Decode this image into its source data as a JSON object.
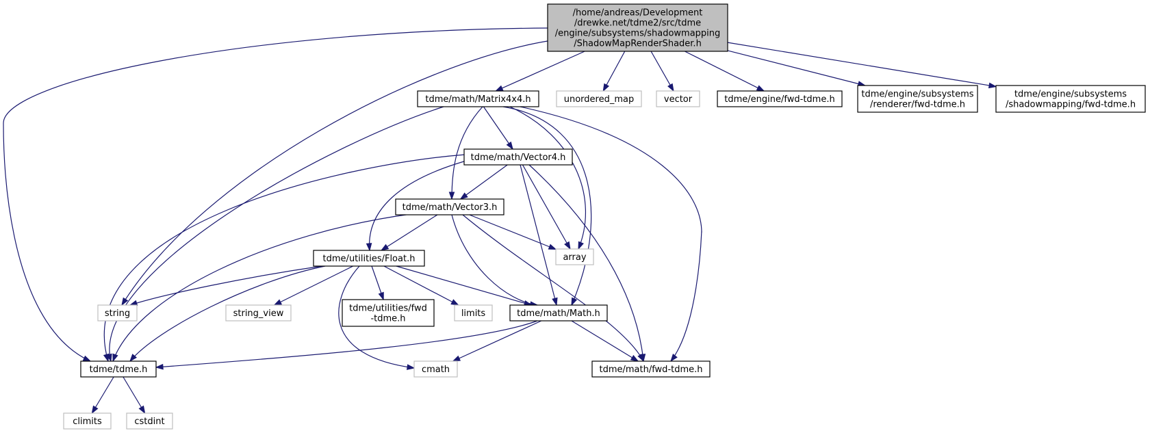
{
  "nodes": [
    {
      "id": "root",
      "lines": [
        "/home/andreas/Development",
        "/drewke.net/tdme2/src/tdme",
        "/engine/subsystems/shadowmapping",
        "/ShadowMapRenderShader.h"
      ],
      "kind": "root"
    },
    {
      "id": "matrix4x4",
      "lines": [
        "tdme/math/Matrix4x4.h"
      ],
      "kind": "file"
    },
    {
      "id": "unordered_map",
      "lines": [
        "unordered_map"
      ],
      "kind": "ext"
    },
    {
      "id": "vector",
      "lines": [
        "vector"
      ],
      "kind": "ext"
    },
    {
      "id": "engine_fwd",
      "lines": [
        "tdme/engine/fwd-tdme.h"
      ],
      "kind": "file"
    },
    {
      "id": "renderer_fwd",
      "lines": [
        "tdme/engine/subsystems",
        "/renderer/fwd-tdme.h"
      ],
      "kind": "file"
    },
    {
      "id": "shadow_fwd",
      "lines": [
        "tdme/engine/subsystems",
        "/shadowmapping/fwd-tdme.h"
      ],
      "kind": "file"
    },
    {
      "id": "vector4",
      "lines": [
        "tdme/math/Vector4.h"
      ],
      "kind": "file"
    },
    {
      "id": "vector3",
      "lines": [
        "tdme/math/Vector3.h"
      ],
      "kind": "file"
    },
    {
      "id": "array",
      "lines": [
        "array"
      ],
      "kind": "ext"
    },
    {
      "id": "float",
      "lines": [
        "tdme/utilities/Float.h"
      ],
      "kind": "file"
    },
    {
      "id": "string",
      "lines": [
        "string"
      ],
      "kind": "ext"
    },
    {
      "id": "string_view",
      "lines": [
        "string_view"
      ],
      "kind": "ext"
    },
    {
      "id": "utilities_fwd",
      "lines": [
        "tdme/utilities/fwd",
        "-tdme.h"
      ],
      "kind": "file"
    },
    {
      "id": "limits",
      "lines": [
        "limits"
      ],
      "kind": "ext"
    },
    {
      "id": "math",
      "lines": [
        "tdme/math/Math.h"
      ],
      "kind": "file"
    },
    {
      "id": "tdme",
      "lines": [
        "tdme/tdme.h"
      ],
      "kind": "file"
    },
    {
      "id": "cmath",
      "lines": [
        "cmath"
      ],
      "kind": "ext"
    },
    {
      "id": "math_fwd",
      "lines": [
        "tdme/math/fwd-tdme.h"
      ],
      "kind": "file"
    },
    {
      "id": "climits",
      "lines": [
        "climits"
      ],
      "kind": "ext"
    },
    {
      "id": "cstdint",
      "lines": [
        "cstdint"
      ],
      "kind": "ext"
    }
  ],
  "edges": [
    [
      "root",
      "tdme"
    ],
    [
      "root",
      "string"
    ],
    [
      "root",
      "matrix4x4"
    ],
    [
      "root",
      "unordered_map"
    ],
    [
      "root",
      "vector"
    ],
    [
      "root",
      "engine_fwd"
    ],
    [
      "root",
      "renderer_fwd"
    ],
    [
      "root",
      "shadow_fwd"
    ],
    [
      "matrix4x4",
      "tdme"
    ],
    [
      "matrix4x4",
      "vector3"
    ],
    [
      "matrix4x4",
      "vector4"
    ],
    [
      "matrix4x4",
      "array"
    ],
    [
      "matrix4x4",
      "math"
    ],
    [
      "matrix4x4",
      "math_fwd"
    ],
    [
      "vector4",
      "tdme"
    ],
    [
      "vector4",
      "float"
    ],
    [
      "vector4",
      "vector3"
    ],
    [
      "vector4",
      "array"
    ],
    [
      "vector4",
      "math"
    ],
    [
      "vector4",
      "math_fwd"
    ],
    [
      "vector3",
      "tdme"
    ],
    [
      "vector3",
      "float"
    ],
    [
      "vector3",
      "array"
    ],
    [
      "vector3",
      "math"
    ],
    [
      "vector3",
      "math_fwd"
    ],
    [
      "float",
      "string"
    ],
    [
      "float",
      "tdme"
    ],
    [
      "float",
      "string_view"
    ],
    [
      "float",
      "cmath"
    ],
    [
      "float",
      "utilities_fwd"
    ],
    [
      "float",
      "limits"
    ],
    [
      "float",
      "math"
    ],
    [
      "math",
      "tdme"
    ],
    [
      "math",
      "cmath"
    ],
    [
      "math",
      "math_fwd"
    ],
    [
      "tdme",
      "climits"
    ],
    [
      "tdme",
      "cstdint"
    ]
  ]
}
